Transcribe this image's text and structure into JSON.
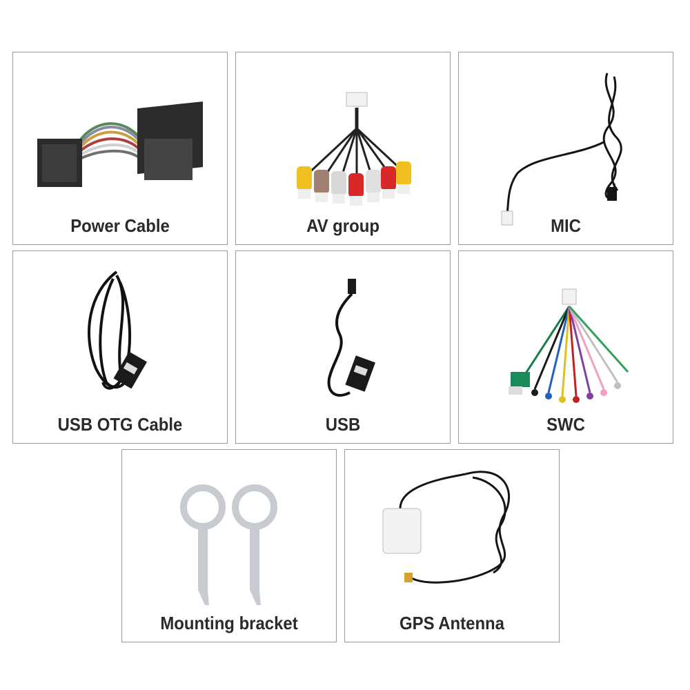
{
  "items": [
    {
      "label": "Power Cable",
      "icon": "power-cable-harness"
    },
    {
      "label": "AV group",
      "icon": "rca-av-cable"
    },
    {
      "label": "MIC",
      "icon": "microphone-cable"
    },
    {
      "label": "USB OTG Cable",
      "icon": "usb-otg-cable"
    },
    {
      "label": "USB",
      "icon": "usb-cable"
    },
    {
      "label": "SWC",
      "icon": "steering-wheel-control-harness"
    },
    {
      "label": "Mounting bracket",
      "icon": "removal-keys"
    },
    {
      "label": "GPS Antenna",
      "icon": "gps-antenna"
    }
  ],
  "colors": {
    "border": "#9a9a9a",
    "text": "#2a2a2a",
    "background": "#ffffff"
  }
}
